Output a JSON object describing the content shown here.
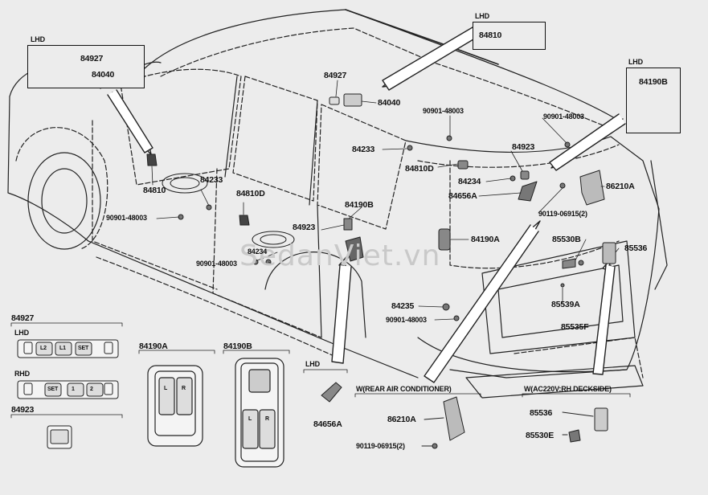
{
  "watermark": "SedanViet.vn",
  "insets": {
    "lhd_top_left": {
      "tag": "LHD",
      "parts": [
        "84927",
        "84040"
      ]
    },
    "lhd_top_center": {
      "tag": "LHD",
      "part": "84810"
    },
    "lhd_top_right": {
      "tag": "LHD",
      "part": "84190B"
    }
  },
  "callouts": {
    "c84927": "84927",
    "c84040": "84040",
    "c90901_a": "90901-48003",
    "c84233_top": "84233",
    "c90901_b": "90901-48003",
    "c84923_r": "84923",
    "c84810d_r": "84810D",
    "c84234_r": "84234",
    "c84656a_r": "84656A",
    "c86210a_r": "86210A",
    "c90119_r": "90119-06915(2)",
    "c84810_l": "84810",
    "c84233_l": "84233",
    "c90901_l": "90901-48003",
    "c84810d_c": "84810D",
    "c84190b_c": "84190B",
    "c84923_c": "84923",
    "c84234_c": "84234",
    "c90901_c": "90901-48003",
    "c84190a_c": "84190A",
    "c85530b": "85530B",
    "c85536": "85536",
    "c85539a": "85539A",
    "c85535f": "85535F",
    "c84235": "84235",
    "c90901_d": "90901-48003"
  },
  "legend": {
    "g84927": {
      "title": "84927",
      "lhd": "LHD",
      "rhd": "RHD",
      "btn_labels": [
        "L2",
        "L1",
        "SET",
        "SET",
        "1",
        "2"
      ]
    },
    "g84923": {
      "title": "84923"
    },
    "g84190a": {
      "title": "84190A",
      "btn": [
        "L",
        "R"
      ]
    },
    "g84190b": {
      "title": "84190B",
      "btn": [
        "L",
        "R"
      ]
    },
    "g84656a": {
      "tag": "LHD",
      "part": "84656A"
    },
    "g86210a": {
      "title": "W(REAR AIR CONDITIONER)",
      "part": "86210A",
      "screw": "90119-06915(2)"
    },
    "g85536": {
      "title": "W(AC220V:RH DECKSIDE)",
      "part1": "85536",
      "part2": "85530E"
    }
  }
}
